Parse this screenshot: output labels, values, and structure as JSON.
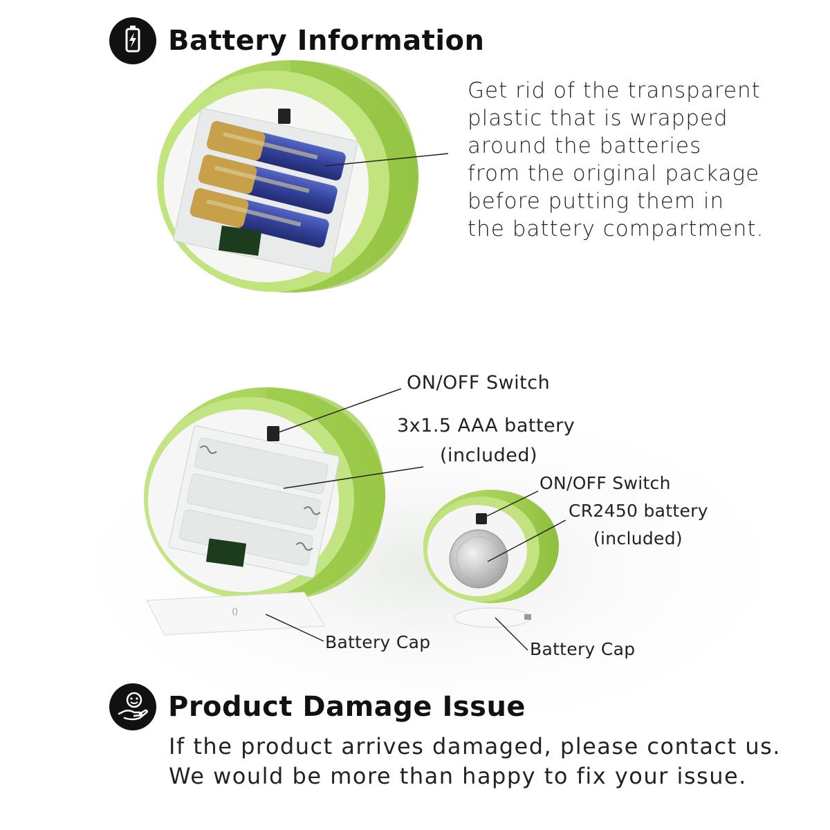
{
  "battery_section": {
    "heading": "Battery Information",
    "icon": "battery-charging-icon",
    "instructions": [
      "Get rid of the transparent",
      "plastic that is wrapped",
      "around the batteries",
      "from the original package",
      "before putting them in",
      "the battery compartment."
    ]
  },
  "diagram": {
    "large_candle": {
      "switch_label": "ON/OFF Switch",
      "battery_label_line1": "3x1.5 AAA battery",
      "battery_label_line2": "(included)",
      "cap_label": "Battery Cap"
    },
    "small_candle": {
      "switch_label": "ON/OFF Switch",
      "battery_label_line1": "CR2450 battery",
      "battery_label_line2": "(included)",
      "cap_label": "Battery Cap"
    }
  },
  "damage_section": {
    "heading": "Product Damage Issue",
    "icon": "hand-smile-icon",
    "lines": [
      "If the product arrives damaged, please contact us.",
      "We would be more than happy to fix your issue."
    ]
  },
  "colors": {
    "candle_green": "#a9d65a",
    "candle_green_dark": "#8cbf3f",
    "badge": "#111111",
    "battery_blue": "#3b4aa8",
    "battery_gold": "#d4a84a"
  }
}
